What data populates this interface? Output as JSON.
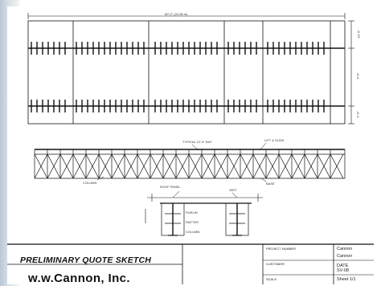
{
  "title_block": {
    "title": "PRELIMINARY QUOTE SKETCH",
    "company": "w.w.Cannon, Inc.",
    "fields": [
      {
        "label": "PROJECT NUMBER",
        "value": "Cannon"
      },
      {
        "label": "CUSTOMER",
        "value": "Cannon"
      },
      {
        "label": "DATE",
        "value": "SV-08"
      },
      {
        "label": "SCALE",
        "value": "Sheet 1/1"
      }
    ]
  },
  "plan_view": {
    "overall_dimension": "80'-0\" (24.38 m)",
    "side_dimensions": [
      "10'-0\"",
      "6'-0\"",
      "6'-0\""
    ]
  },
  "elevation_view": {
    "note_center": "TYPICAL 12'-0\" BAY",
    "note_right": "LIFT & SLIDE",
    "note_left": "COLUMN",
    "note_bottom_right": "BASE"
  },
  "section_view": {
    "top_left": "ROOF PANEL",
    "top_right": "GIRT",
    "labels": [
      "PURLIN",
      "RAFTER",
      "COLUMN"
    ]
  }
}
